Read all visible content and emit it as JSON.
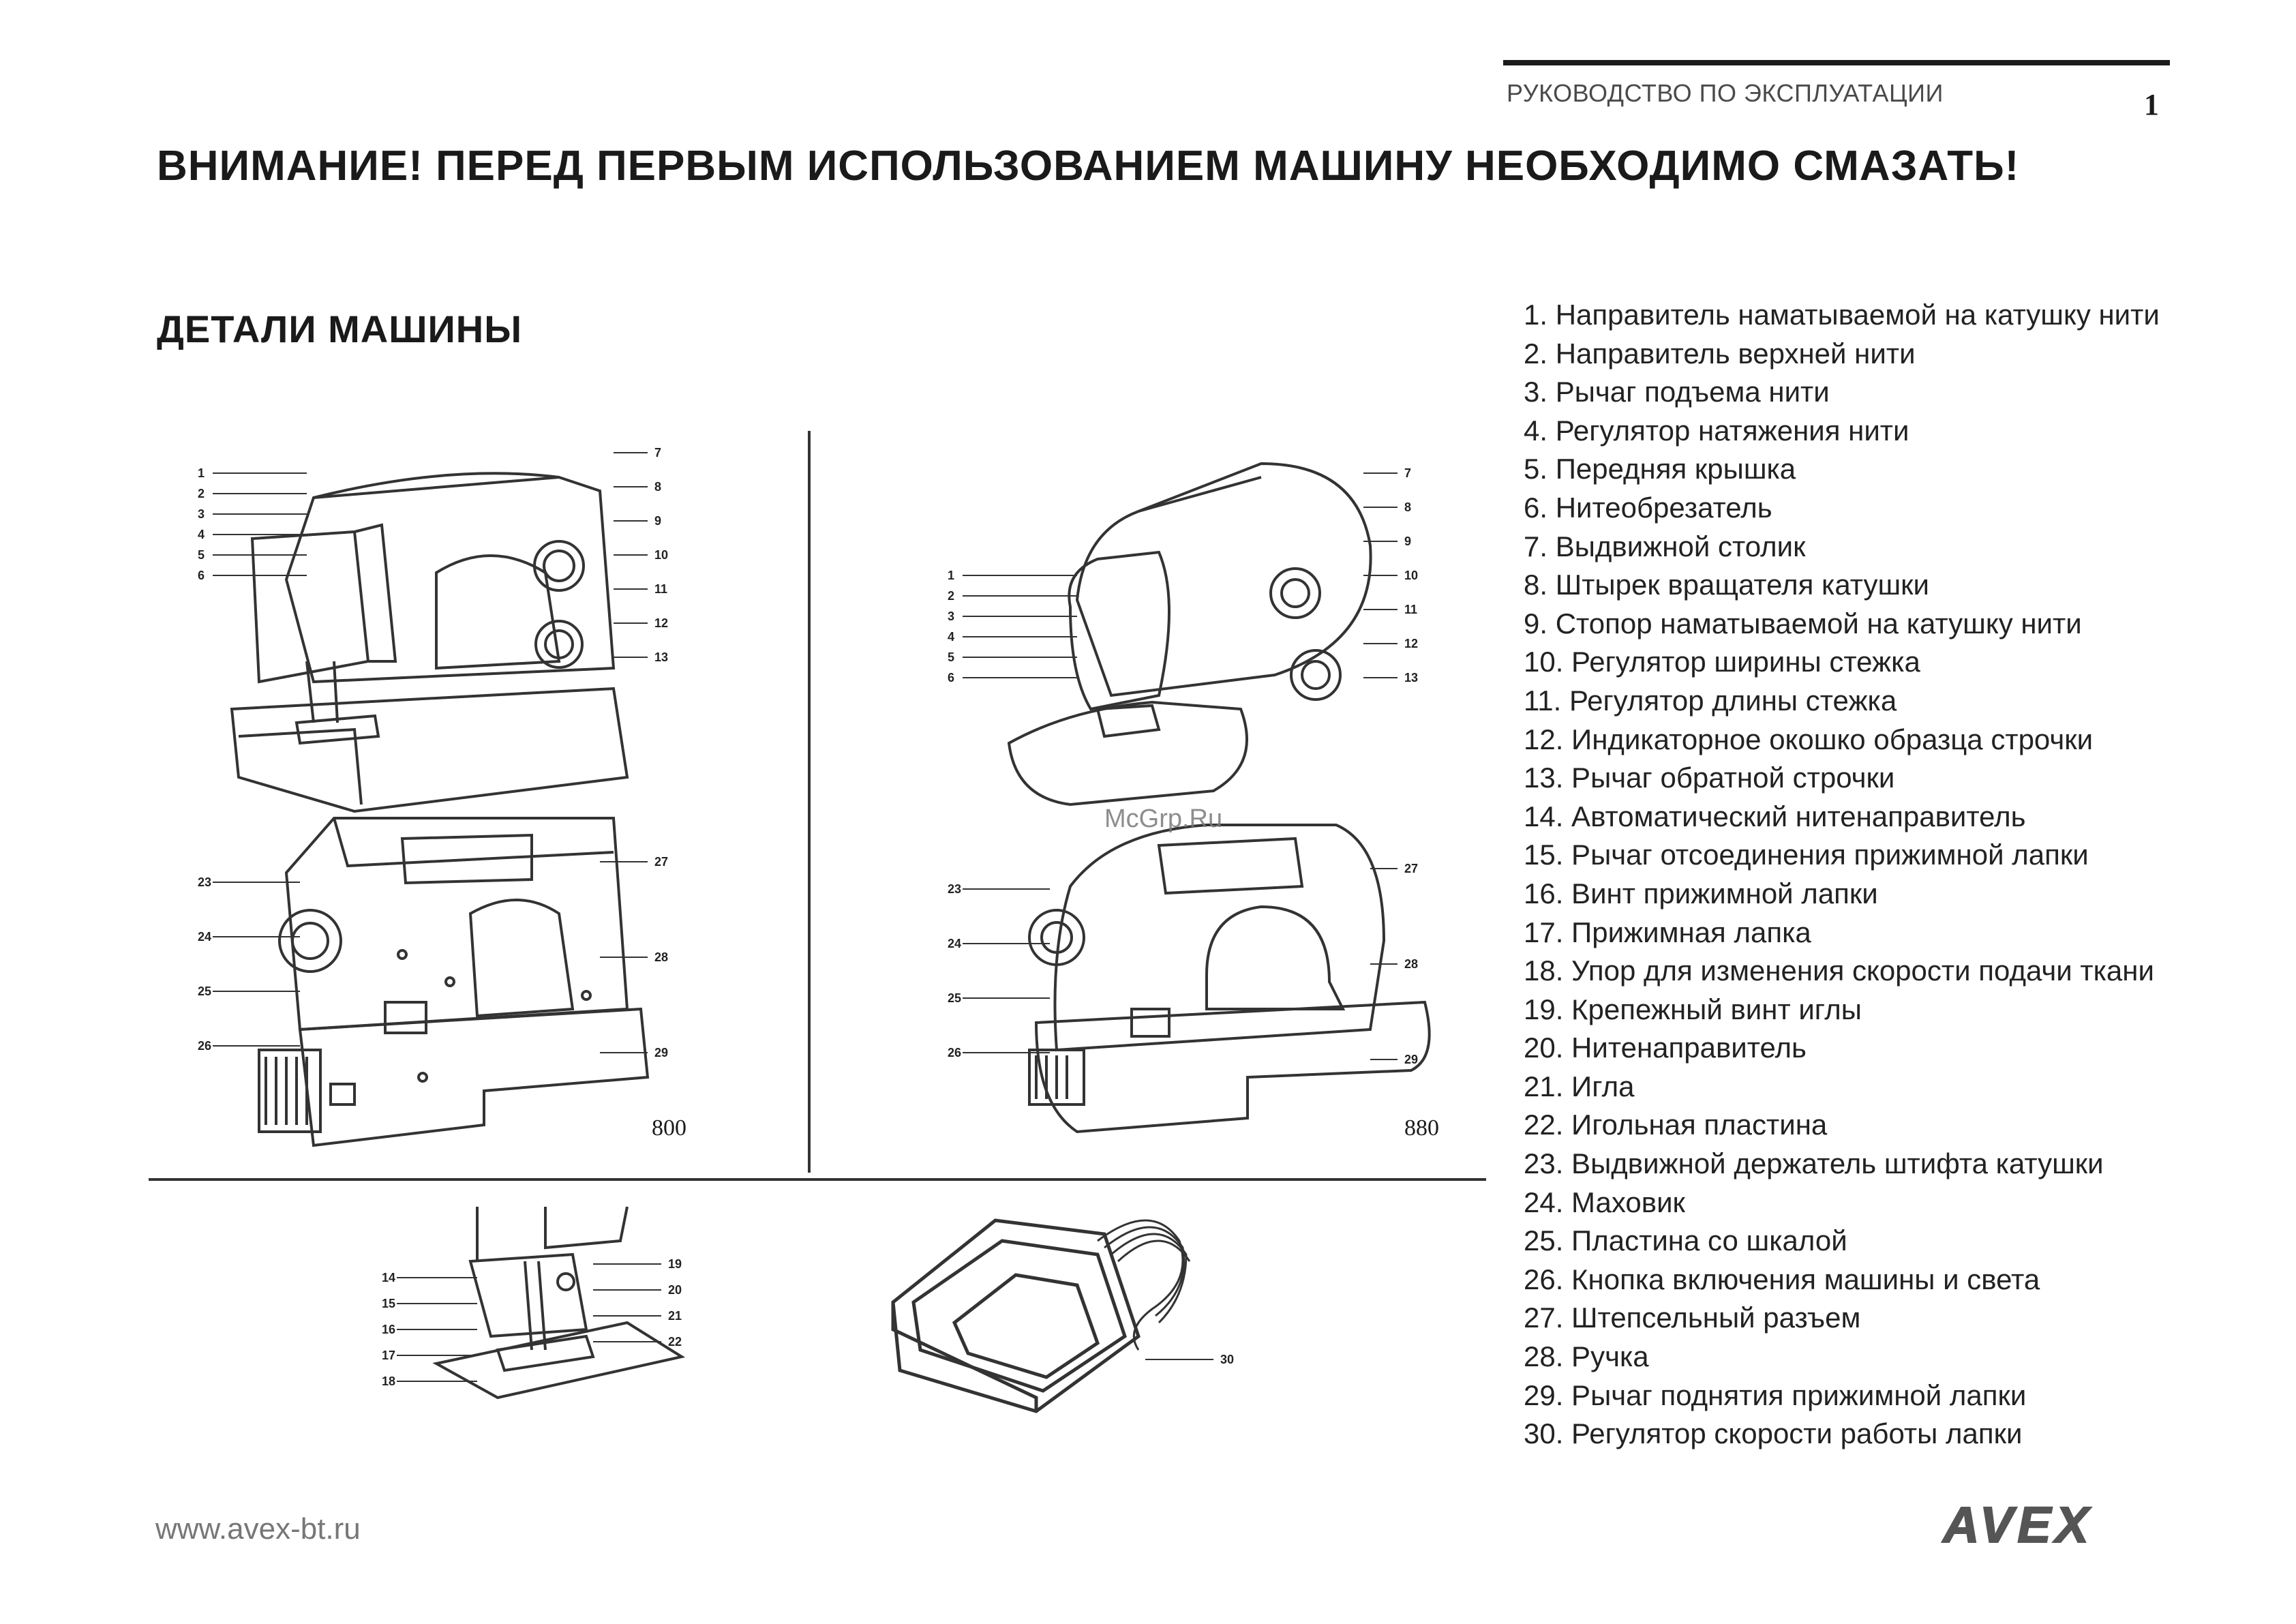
{
  "header": {
    "manual_title": "РУКОВОДСТВО ПО ЭКСПЛУАТАЦИИ",
    "page_number": "1"
  },
  "warning": "ВНИМАНИЕ! ПЕРЕД ПЕРВЫМ ИСПОЛЬЗОВАНИЕМ МАШИНУ НЕОБХОДИМО СМАЗАТЬ!",
  "section_title": "ДЕТАЛИ МАШИНЫ",
  "parts": [
    "1. Направитель наматываемой на катушку нити",
    "2. Направитель верхней нити",
    "3. Рычаг подъема нити",
    "4. Регулятор натяжения нити",
    "5. Передняя крышка",
    "6. Нитеобрезатель",
    "7. Выдвижной столик",
    "8. Штырек вращателя катушки",
    "9. Стопор наматываемой на катушку нити",
    "10. Регулятор ширины стежка",
    "11. Регулятор длины стежка",
    "12. Индикаторное окошко образца строчки",
    "13. Рычаг обратной строчки",
    "14. Автоматический нитенаправитель",
    "15. Рычаг отсоединения прижимной лапки",
    "16. Винт прижимной лапки",
    "17. Прижимная лапка",
    "18. Упор для изменения скорости подачи ткани",
    "19. Крепежный винт иглы",
    "20. Нитенаправитель",
    "21. Игла",
    "22. Игольная пластина",
    "23. Выдвижной держатель штифта катушки",
    "24. Маховик",
    "25. Пластина со шкалой",
    "26. Кнопка включения машины и света",
    "27. Штепсельный разъем",
    "28. Ручка",
    "29. Рычаг поднятия прижимной лапки",
    "30. Регулятор скорости работы лапки"
  ],
  "figures": {
    "model_left": "800",
    "model_right": "880",
    "left_front_callouts": [
      "1",
      "2",
      "3",
      "4",
      "5",
      "6",
      "7",
      "8",
      "9",
      "10",
      "11",
      "12",
      "13"
    ],
    "left_back_callouts": [
      "23",
      "24",
      "25",
      "26",
      "27",
      "28",
      "29"
    ],
    "right_front_callouts": [
      "1",
      "2",
      "3",
      "4",
      "5",
      "6",
      "7",
      "8",
      "9",
      "10",
      "11",
      "12",
      "13"
    ],
    "right_back_callouts": [
      "23",
      "24",
      "25",
      "26",
      "27",
      "28",
      "29"
    ],
    "foot_callouts": [
      "14",
      "15",
      "16",
      "17",
      "18",
      "19",
      "20",
      "21",
      "22"
    ],
    "pedal_callouts": [
      "30"
    ]
  },
  "watermark": "McGrp.Ru",
  "footer": {
    "website": "www.avex-bt.ru",
    "logo_text": "AVEX"
  }
}
